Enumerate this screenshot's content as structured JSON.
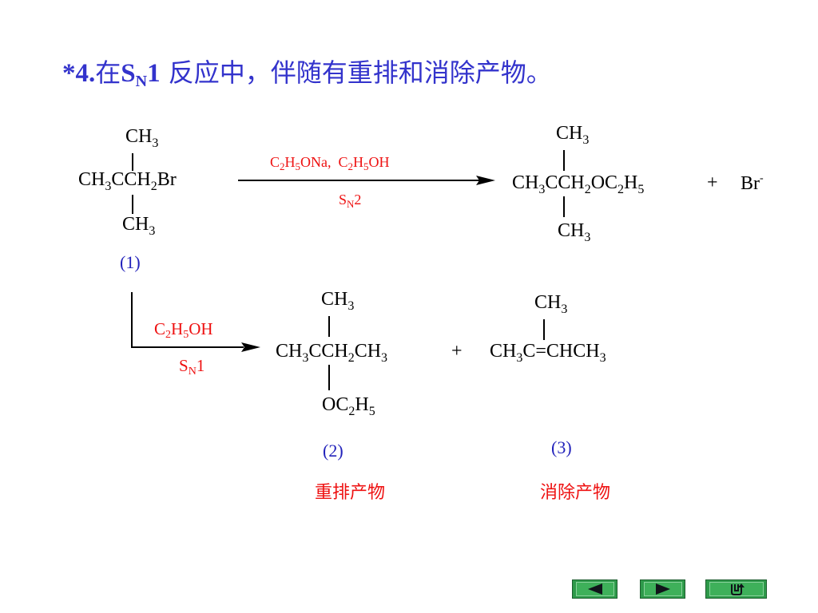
{
  "title": {
    "prefix": "*4.",
    "cn1": "在",
    "s": "S",
    "n": "N",
    "one": "1",
    "cn2": " 反应中，伴随有重排和消除产物。"
  },
  "reactant": {
    "ch3_top": "CH",
    "ch3_top_sub": "3",
    "main_a": "CH",
    "main_a_sub": "3",
    "main_b": "CCH",
    "main_b_sub": "2",
    "main_c": "Br",
    "ch3_bot": "CH",
    "ch3_bot_sub": "3",
    "label": "(1)"
  },
  "sn2_reaction": {
    "reagent_a": "C",
    "reagent_a_sub1": "2",
    "reagent_a_h": "H",
    "reagent_a_sub2": "5",
    "reagent_a_end": "ONa,",
    "reagent_b": "C",
    "reagent_b_sub1": "2",
    "reagent_b_h": "H",
    "reagent_b_sub2": "5",
    "reagent_b_end": "OH",
    "cond_s": "S",
    "cond_n": "N",
    "cond_num": "2"
  },
  "sn2_product": {
    "ch3_top": "CH",
    "ch3_top_sub": "3",
    "main": "CH",
    "main_sub1": "3",
    "main_b": "CCH",
    "main_sub2": "2",
    "main_c": "OC",
    "main_sub3": "2",
    "main_d": "H",
    "main_sub4": "5",
    "plus": "+",
    "br": "Br",
    "br_charge": "-",
    "ch3_bot": "CH",
    "ch3_bot_sub": "3"
  },
  "sn1_reaction": {
    "reagent": "C",
    "reagent_sub1": "2",
    "reagent_h": "H",
    "reagent_sub2": "5",
    "reagent_end": "OH",
    "cond_s": "S",
    "cond_n": "N",
    "cond_num": "1"
  },
  "product2": {
    "ch3_top": "CH",
    "ch3_top_sub": "3",
    "main": "CH",
    "main_sub1": "3",
    "main_b": "CCH",
    "main_sub2": "2",
    "main_c": "CH",
    "main_sub3": "3",
    "oc": "OC",
    "oc_sub1": "2",
    "oc_h": "H",
    "oc_sub2": "5",
    "label": "(2)",
    "cn_label": "重排产物"
  },
  "plus2": "+",
  "product3": {
    "ch3_top": "CH",
    "ch3_top_sub": "3",
    "main": "CH",
    "main_sub1": "3",
    "main_b": "C=CHCH",
    "main_sub2": "3",
    "label": "(3)",
    "cn_label": "消除产物"
  },
  "nav": {
    "prev_icon": "triangle-left",
    "next_icon": "triangle-right",
    "return_icon": "return-arrow",
    "button_color": "#2e9a4a"
  }
}
